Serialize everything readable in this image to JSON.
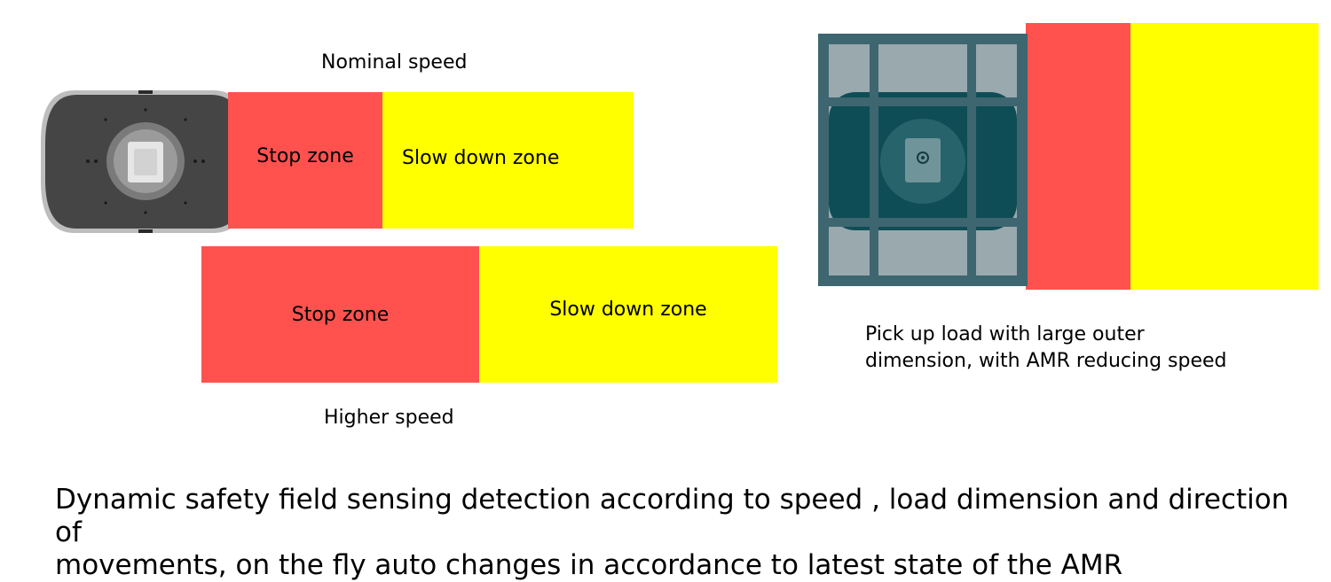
{
  "nominal": {
    "caption": "Nominal speed",
    "stop_label": "Stop zone",
    "slow_label": "Slow down zone"
  },
  "higher": {
    "caption": "Higher speed",
    "stop_label": "Stop zone",
    "slow_label": "Slow down zone"
  },
  "load": {
    "caption_line1": "Pick up load with large outer",
    "caption_line2": "dimension, with AMR reducing speed"
  },
  "footer": {
    "line1": "Dynamic safety field sensing detection according to speed , load dimension and direction of",
    "line2": "movements, on the fly auto changes in accordance to latest state of the AMR"
  },
  "colors": {
    "stop_zone": "#ff524f",
    "slow_zone": "#ffff00",
    "robot_body": "#454545",
    "load_frame": "#3d6670",
    "load_panel": "#9aa9ae"
  }
}
